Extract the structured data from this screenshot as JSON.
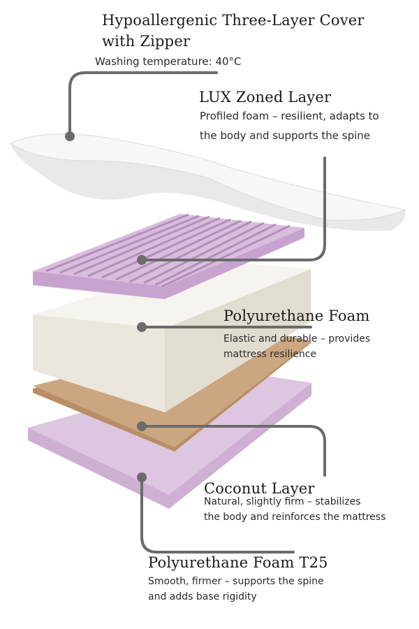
{
  "colors": {
    "line": "#6b6b6b",
    "lilac": "#d3b6d8",
    "lilac_dark": "#b98fc0",
    "foam": "#f1eee6",
    "coconut": "#c9a27d",
    "cover": "#f4f4f4"
  },
  "layers": [
    {
      "title_line1": "Hypoallergenic Three-Layer Cover",
      "title_line2": "with Zipper",
      "desc": "Washing temperature: 40°C"
    },
    {
      "title": "LUX Zoned Layer",
      "desc_line1": "Profiled foam – resilient, adapts to",
      "desc_line2": "the body and supports the spine"
    },
    {
      "title": "Polyurethane Foam",
      "desc_line1": "Elastic and durable – provides",
      "desc_line2": "mattress resilience"
    },
    {
      "title": "Coconut Layer",
      "desc_line1": "Natural, slightly firm – stabilizes",
      "desc_line2": "the body and reinforces the mattress"
    },
    {
      "title": "Polyurethane Foam T25",
      "desc_line1": "Smooth, firmer – supports the spine",
      "desc_line2": "and adds base rigidity"
    }
  ]
}
